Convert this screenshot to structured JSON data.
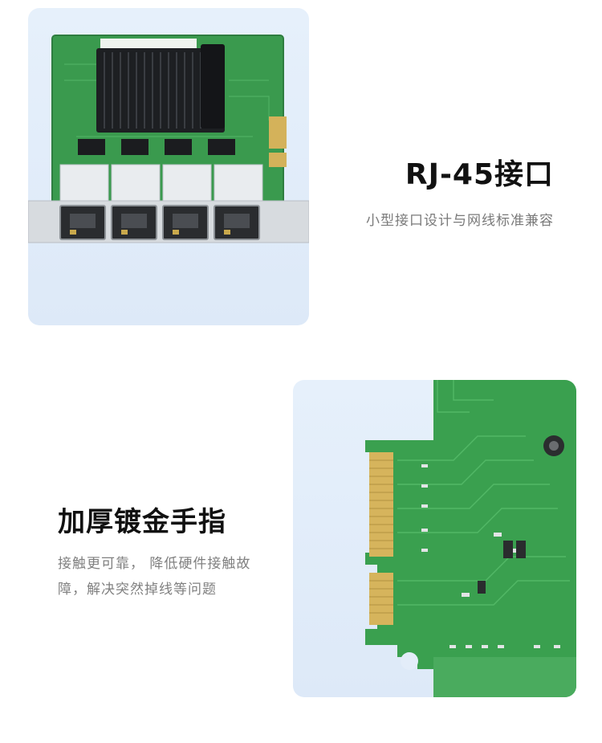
{
  "section_rj45": {
    "title": "RJ-45接口",
    "subtitle": "小型接口设计与网线标准兼容"
  },
  "section_gold": {
    "title": "加厚镀金手指",
    "description_line1": "接触更可靠， 降低硬件接触故",
    "description_line2": "障，解决突然掉线等问题"
  },
  "colors": {
    "card_bg": "#e3edf9",
    "pcb_green": "#3a9a4e",
    "gold_finger": "#d4b25a",
    "heading": "#111111",
    "muted_text": "#7a7a7a"
  }
}
